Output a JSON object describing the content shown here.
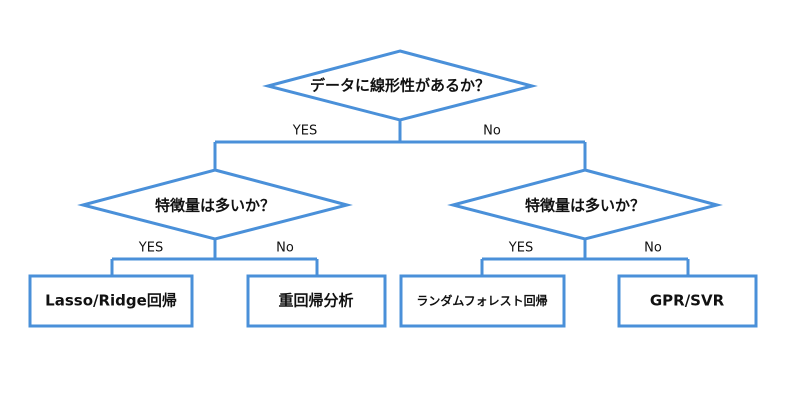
{
  "flowchart": {
    "root_question": "データに線形性があるか？",
    "root_yes": "YES",
    "root_no": "No",
    "left_question": "特徴量は多いか？",
    "left_yes": "YES",
    "left_no": "No",
    "right_question": "特徴量は多いか？",
    "right_yes": "YES",
    "right_no": "No",
    "leaves": {
      "lasso_ridge": "Lasso/Ridge回帰",
      "multiple_regression": "重回帰分析",
      "random_forest": "ランダムフォレスト回帰",
      "gpr_svr": "GPR/SVR"
    }
  },
  "colors": {
    "stroke": "#4a90d9",
    "text": "#111111",
    "background": "#ffffff"
  }
}
